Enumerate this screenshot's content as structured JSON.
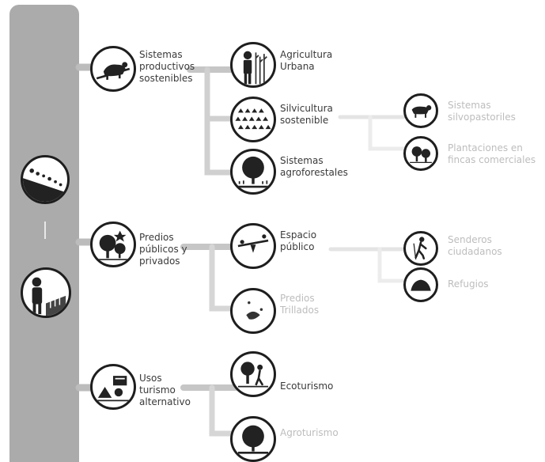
{
  "categories": [
    {
      "label": "Sistemas\nproductivos\nsostenibles",
      "icon": "livestock-icon",
      "children": [
        {
          "label": "Agricultura\nUrbana",
          "icon": "farmer-icon"
        },
        {
          "label": "Silvicultura\nsostenible",
          "icon": "tree-plantation-icon",
          "children": [
            {
              "label": "Sistemas\nsilvopastoriles",
              "icon": "grazing-animal-icon"
            },
            {
              "label": "Plantaciones en\nfincas comerciales",
              "icon": "forest-icon"
            }
          ]
        },
        {
          "label": "Sistemas\nagroforestales",
          "icon": "agroforestry-icon"
        }
      ]
    },
    {
      "label": "Predios\npúblicos y\nprivados",
      "icon": "park-icon",
      "children": [
        {
          "label": "Espacio\npúblico",
          "icon": "seesaw-icon",
          "children": [
            {
              "label": "Senderos\nciudadanos",
              "icon": "hiker-icon"
            },
            {
              "label": "Refugios",
              "icon": "shelter-icon"
            }
          ]
        },
        {
          "label": "Predios\nTrillados",
          "icon": "cleared-plot-icon"
        }
      ]
    },
    {
      "label": "Usos\nturismo\nalternativo",
      "icon": "camping-icon",
      "children": [
        {
          "label": "Ecoturismo",
          "icon": "ecotourism-icon"
        },
        {
          "label": "Agroturismo",
          "icon": "agrotourism-icon"
        }
      ]
    }
  ],
  "left_icons": [
    "hillside-icon",
    "observer-icon"
  ]
}
